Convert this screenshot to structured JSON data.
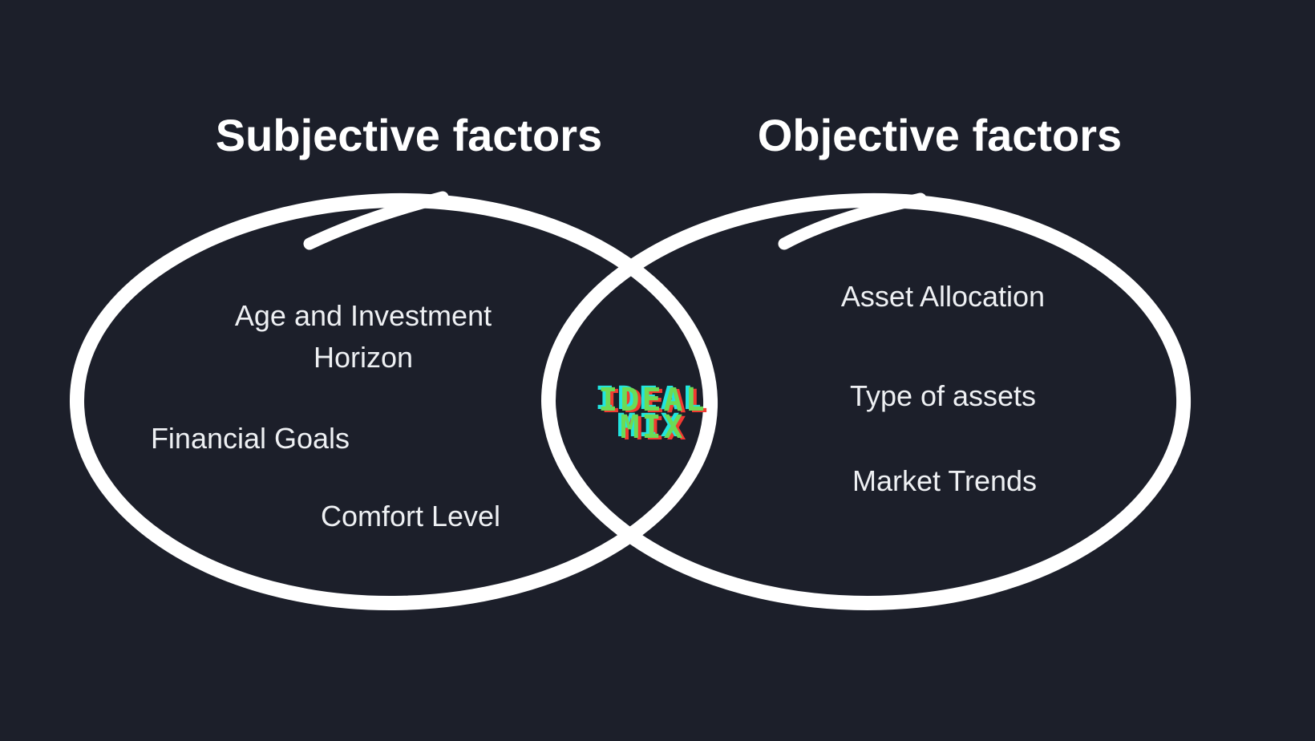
{
  "colors": {
    "background": "#1c1f2a",
    "circle_stroke": "#ffffff",
    "title_text": "#ffffff",
    "item_text": "#eef0f3",
    "center_green": "#6cdb55",
    "glitch_cyan": "#21e5e0",
    "glitch_red": "#f23b31"
  },
  "left_circle": {
    "title": "Subjective factors",
    "items": [
      "Age and Investment Horizon",
      "Financial Goals",
      "Comfort Level"
    ]
  },
  "right_circle": {
    "title": "Objective factors",
    "items": [
      "Asset Allocation",
      "Type of assets",
      "Market Trends"
    ]
  },
  "center_label": {
    "line1": "IDEAL",
    "line2": "MIX"
  }
}
